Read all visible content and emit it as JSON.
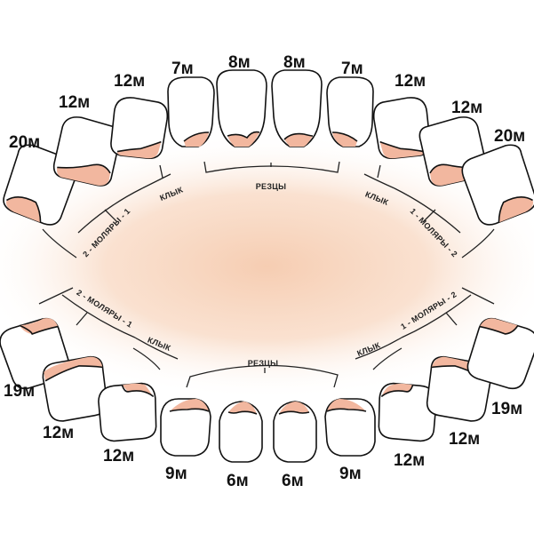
{
  "colors": {
    "gum": "#f2b79f",
    "glow_center": "#f7d2b8",
    "outline": "#111111"
  },
  "upper_jaw": {
    "teeth": [
      {
        "name": "upper-right-molar-2",
        "age": "20м"
      },
      {
        "name": "upper-right-molar-1",
        "age": "12м"
      },
      {
        "name": "upper-right-canine",
        "age": "12м"
      },
      {
        "name": "upper-right-lateral-incisor",
        "age": "7м"
      },
      {
        "name": "upper-right-central-incisor",
        "age": "8м"
      },
      {
        "name": "upper-left-central-incisor",
        "age": "8м"
      },
      {
        "name": "upper-left-lateral-incisor",
        "age": "7м"
      },
      {
        "name": "upper-left-canine",
        "age": "12м"
      },
      {
        "name": "upper-left-molar-1",
        "age": "12м"
      },
      {
        "name": "upper-left-molar-2",
        "age": "20м"
      }
    ],
    "groups": {
      "molars_left": "2 - МОЛЯРЫ - 1",
      "canine_left": "КЛЫК",
      "incisors": "РЕЗЦЫ",
      "canine_right": "КЛЫК",
      "molars_right": "1 - МОЛЯРЫ - 2"
    }
  },
  "lower_jaw": {
    "teeth": [
      {
        "name": "lower-right-molar-2",
        "age": "19м"
      },
      {
        "name": "lower-right-molar-1",
        "age": "12м"
      },
      {
        "name": "lower-right-canine",
        "age": "12м"
      },
      {
        "name": "lower-right-lateral-incisor",
        "age": "9м"
      },
      {
        "name": "lower-right-central-incisor",
        "age": "6м"
      },
      {
        "name": "lower-left-central-incisor",
        "age": "6м"
      },
      {
        "name": "lower-left-lateral-incisor",
        "age": "9м"
      },
      {
        "name": "lower-left-canine",
        "age": "12м"
      },
      {
        "name": "lower-left-molar-1",
        "age": "12м"
      },
      {
        "name": "lower-left-molar-2",
        "age": "19м"
      }
    ],
    "groups": {
      "molars_left": "2 - МОЛЯРЫ - 1",
      "canine_left": "КЛЫК",
      "incisors": "РЕЗЦЫ",
      "canine_right": "КЛЫК",
      "molars_right": "1 - МОЛЯРЫ - 2"
    }
  }
}
